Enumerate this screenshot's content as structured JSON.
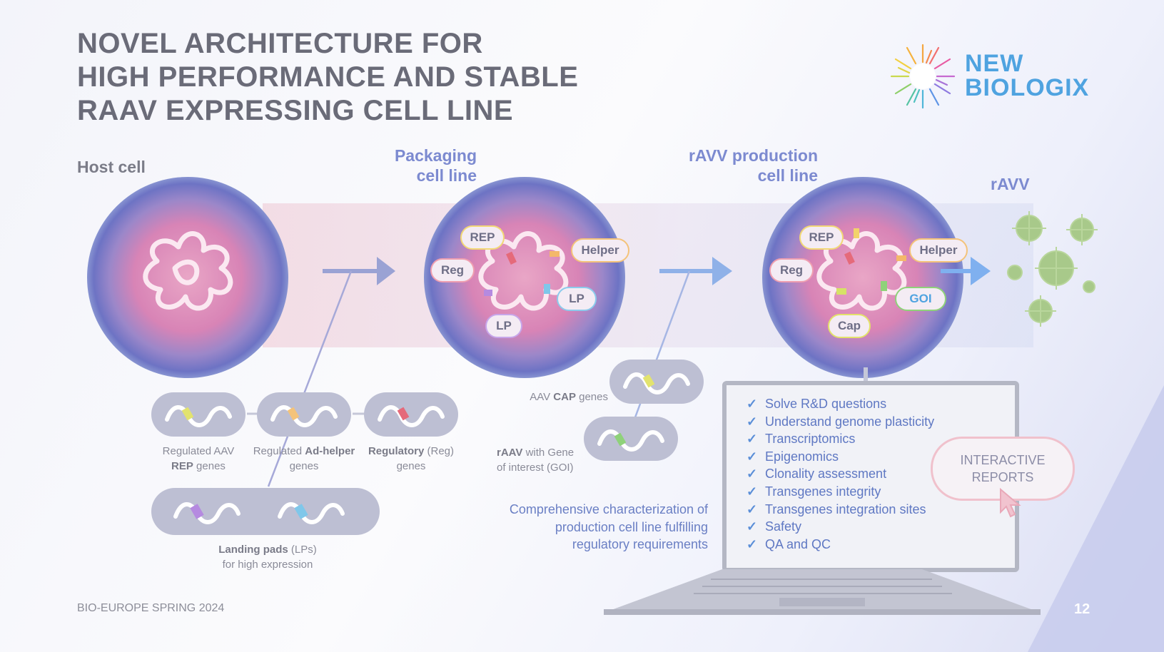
{
  "title": {
    "line1": "NOVEL ARCHITECTURE FOR",
    "line2": "HIGH PERFORMANCE AND STABLE",
    "line3": "RAAV EXPRESSING CELL LINE"
  },
  "logo": {
    "line1": "NEW",
    "line2": "BIOLOGIX",
    "icon": "sunburst-logo"
  },
  "stages": {
    "host": "Host cell",
    "packaging_l1": "Packaging",
    "packaging_l2": "cell line",
    "production_l1": "rAVV production",
    "production_l2": "cell line",
    "ravv": "rAVV"
  },
  "packaging_labels": {
    "rep": "REP",
    "reg": "Reg",
    "helper": "Helper",
    "lp1": "LP",
    "lp2": "LP"
  },
  "production_labels": {
    "rep": "REP",
    "reg": "Reg",
    "helper": "Helper",
    "goi": "GOI",
    "cap": "Cap"
  },
  "plasmids": {
    "rep_a": "Regulated AAV",
    "rep_b": "REP",
    "rep_c": " genes",
    "helper_a": "Regulated ",
    "helper_b": "Ad-helper",
    "helper_c": "genes",
    "reg_a": "Regulatory",
    "reg_b": " (Reg)",
    "reg_c": "genes",
    "lp_a": "Landing pads",
    "lp_b": " (LPs)",
    "lp_c": "for high expression",
    "cap_a": "AAV ",
    "cap_b": "CAP",
    "cap_c": " genes",
    "goi_a": "rAAV",
    "goi_b": " with Gene",
    "goi_c": "of interest (GOI)"
  },
  "checklist": [
    "Solve R&D questions",
    "Understand genome plasticity",
    "Transcriptomics",
    "Epigenomics",
    "Clonality assessment",
    "Transgenes integrity",
    "Transgenes integration sites",
    "Safety",
    "QA and QC"
  ],
  "check_symbol": "✓",
  "report": {
    "line1": "INTERACTIVE",
    "line2": "REPORTS"
  },
  "description": {
    "line1": "Comprehensive characterization of",
    "line2": "production cell line fulfilling",
    "line3": "regulatory requirements"
  },
  "footer": "BIO-EUROPE SPRING 2024",
  "page_number": "12",
  "colors": {
    "accent_blue": "#7c8ad0",
    "check_blue": "#5b8fd8",
    "logo_blue": "#4fa3e0",
    "virus_green": "#a8c98a"
  }
}
